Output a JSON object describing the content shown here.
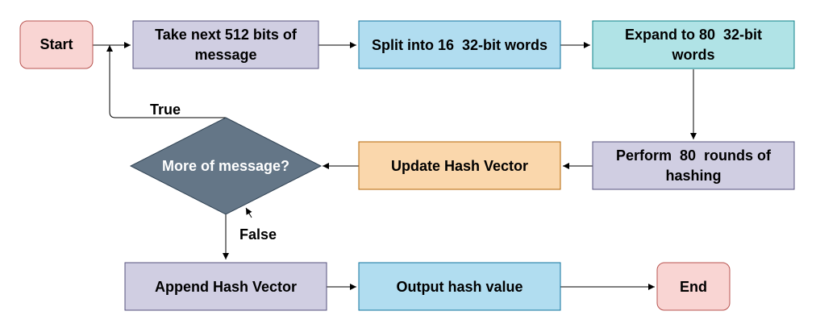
{
  "nodes": {
    "start": {
      "label": "Start",
      "fill": "#f9d5d3",
      "stroke": "#b85450"
    },
    "take_bits": {
      "lines": [
        "Take next 512 bits of",
        "message"
      ],
      "fill": "#d0cee2",
      "stroke": "#56517e"
    },
    "split_words": {
      "label": "Split into 16  32-bit words",
      "fill": "#b1ddf0",
      "stroke": "#10739e"
    },
    "expand_words": {
      "lines": [
        "Expand to 80  32-bit",
        "words"
      ],
      "fill": "#b0e3e6",
      "stroke": "#0e8088"
    },
    "perform_rounds": {
      "lines": [
        "Perform  80  rounds of",
        "hashing"
      ],
      "fill": "#d0cee2",
      "stroke": "#56517e"
    },
    "update_hash": {
      "label": "Update Hash Vector",
      "fill": "#fad7ac",
      "stroke": "#b46504"
    },
    "decision": {
      "label": "More of message?",
      "fill": "#647687",
      "stroke": "#314354",
      "text_color": "#ffffff"
    },
    "append_hash": {
      "label": "Append Hash Vector",
      "fill": "#d0cee2",
      "stroke": "#56517e"
    },
    "output_hash": {
      "label": "Output hash value",
      "fill": "#b1ddf0",
      "stroke": "#10739e"
    },
    "end": {
      "label": "End",
      "fill": "#f9d5d3",
      "stroke": "#b85450"
    }
  },
  "edges": {
    "true_label": "True",
    "false_label": "False"
  },
  "colors": {
    "edge": "#000000",
    "text": "#000000"
  }
}
